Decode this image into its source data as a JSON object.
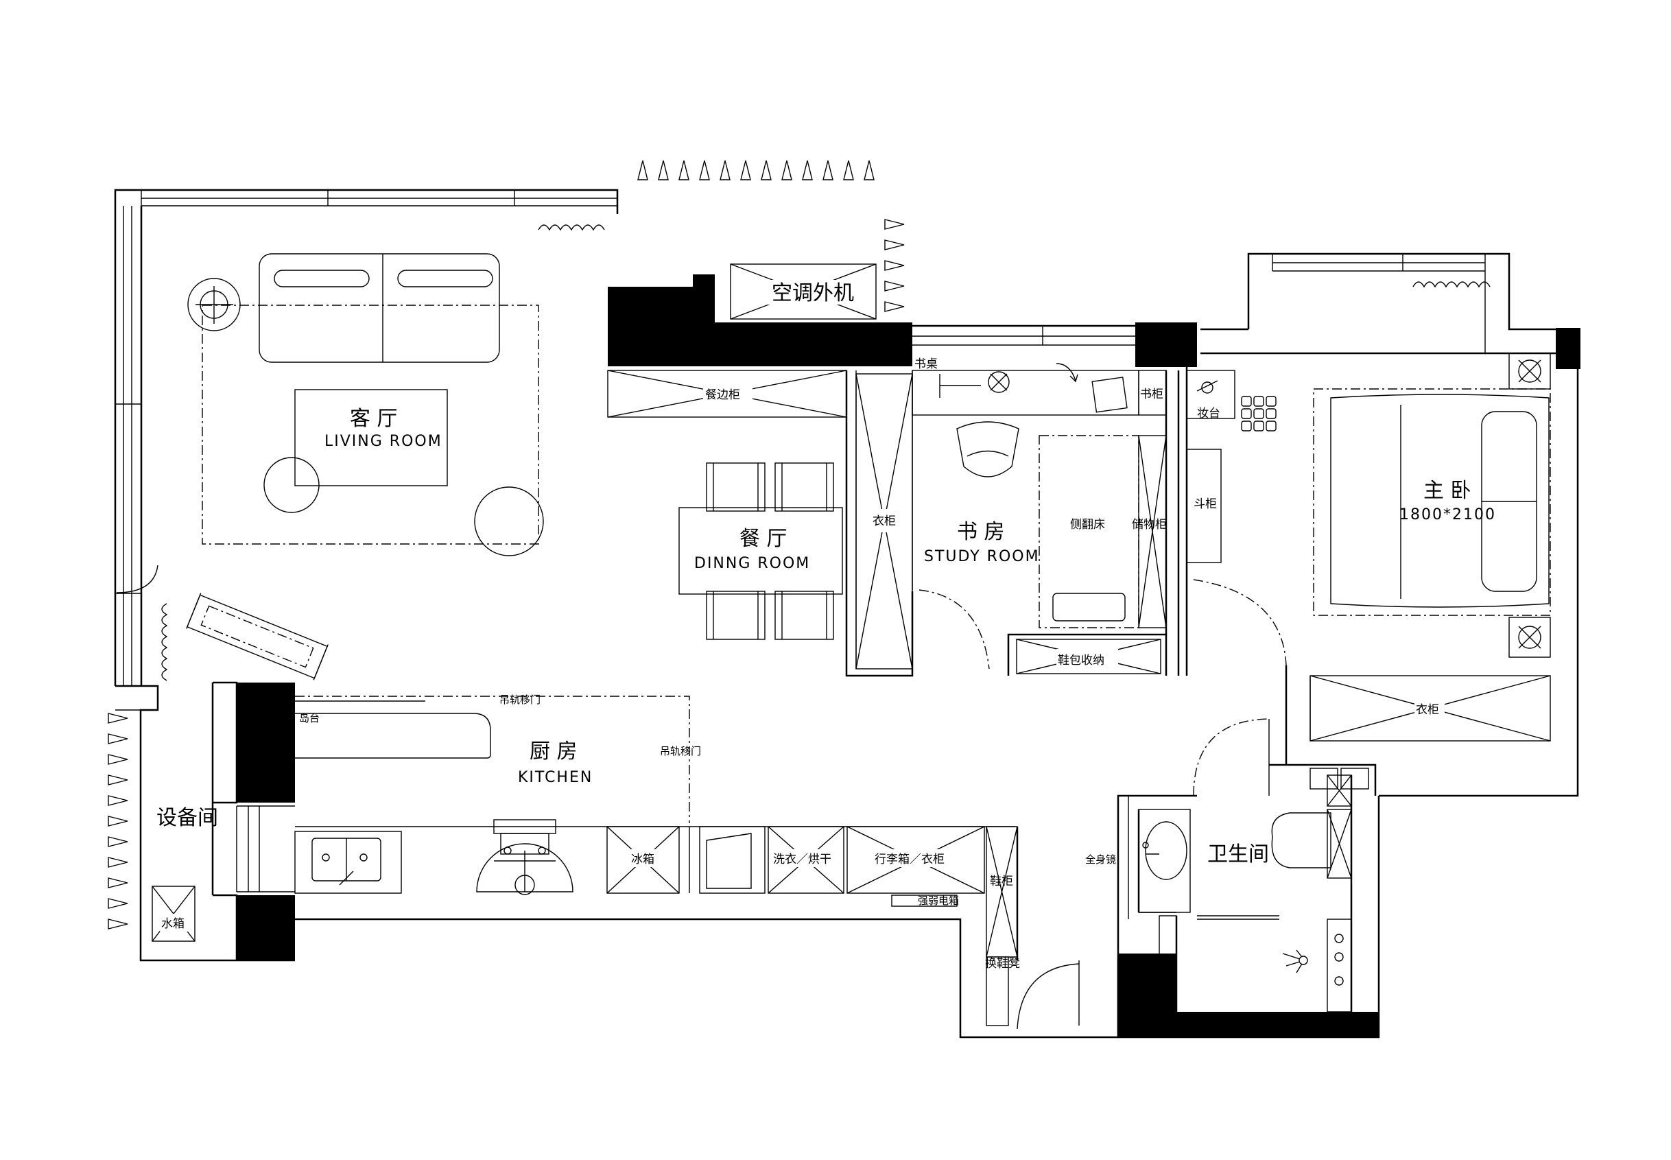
{
  "rooms": {
    "living": {
      "cn": "客 厅",
      "en": "LIVING ROOM"
    },
    "dining": {
      "cn": "餐 厅",
      "en": "DINNG ROOM"
    },
    "study": {
      "cn": "书 房",
      "en": "STUDY ROOM"
    },
    "master": {
      "cn": "主 卧",
      "size": "1800*2100"
    },
    "kitchen": {
      "cn": "厨 房",
      "en": "KITCHEN"
    },
    "bath": {
      "cn": "卫生间"
    },
    "equipment": {
      "cn": "设备间"
    }
  },
  "labels": {
    "ac_unit": "空调外机",
    "sideboard": "餐边柜",
    "desk": "书桌",
    "bookcase": "书柜",
    "dresser": "妆台",
    "wardrobe_study": "衣柜",
    "fold_bed": "侧翻床",
    "storage": "储物柜",
    "chest": "斗柜",
    "shoe_bag": "鞋包收纳",
    "wardrobe_master": "衣柜",
    "island": "岛台",
    "track_door_top": "吊轨移门",
    "track_door_side": "吊轨移门",
    "fridge": "冰箱",
    "washer": "洗衣／烘干",
    "luggage": "行李箱／衣柜",
    "shoe_cabinet": "鞋柜",
    "weak_box": "强弱电箱",
    "bench": "换鞋凳",
    "mirror": "全身镜",
    "water_tank": "水箱"
  }
}
